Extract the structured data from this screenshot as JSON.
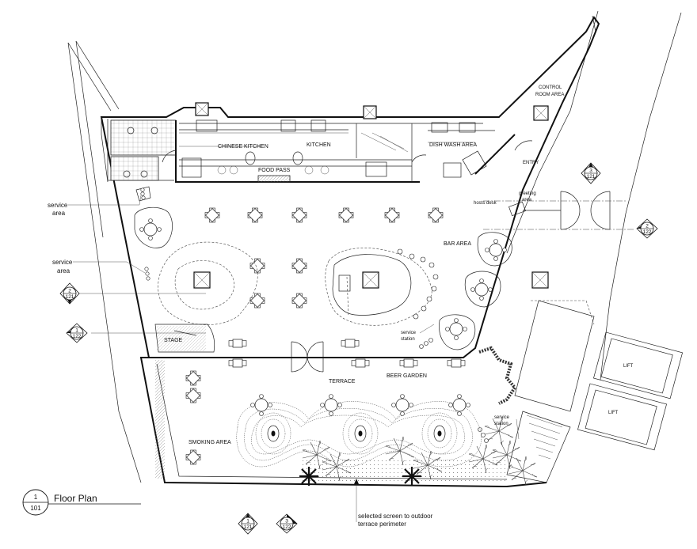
{
  "title": {
    "number": "1",
    "sheet": "101",
    "label": "Floor Plan"
  },
  "rooms": {
    "chinese_kitchen": "CHINESE KITCHEN",
    "kitchen": "KITCHEN",
    "dish_wash": "DISH WASH AREA",
    "food_pass": "FOOD PASS",
    "control_room_1": "CONTROL",
    "control_room_2": "ROOM AREA",
    "entry": "ENTRY",
    "hosts_desk": "hosts desk",
    "greeting_1": "greeting",
    "greeting_2": "area",
    "bar_area": "BAR AREA",
    "stage": "STAGE",
    "terrace": "TERRACE",
    "beer_garden": "BEER GARDEN",
    "smoking_area": "SMOKING AREA",
    "lift_1": "LIFT",
    "lift_2": "LIFT"
  },
  "annotations": {
    "service_area_1a": "service",
    "service_area_1b": "area",
    "service_area_2a": "service",
    "service_area_2b": "area",
    "service_station_1a": "service",
    "service_station_1b": "station",
    "service_station_2a": "service",
    "service_station_2b": "station",
    "screen_note_1": "selected screen to outdoor",
    "screen_note_2": "terrace perimeter"
  },
  "section_markers": [
    {
      "top": "3",
      "bottom": "121"
    },
    {
      "top": "2",
      "bottom": "122"
    },
    {
      "top": "2",
      "bottom": "121"
    },
    {
      "top": "1",
      "bottom": "122"
    },
    {
      "top": "1",
      "bottom": "121"
    },
    {
      "top": "3",
      "bottom": "122"
    }
  ]
}
